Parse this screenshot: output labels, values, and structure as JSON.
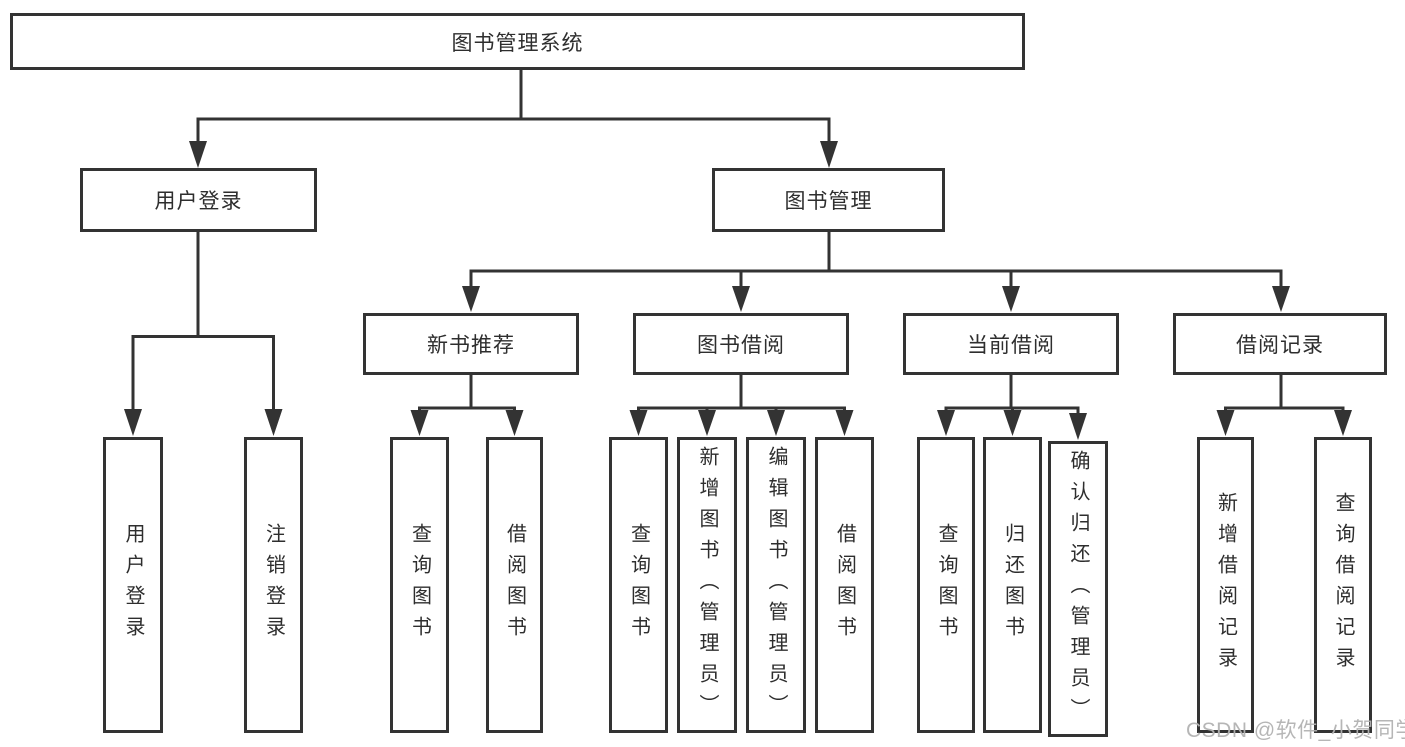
{
  "colors": {
    "line": "#333333",
    "box_background": "#ffffff",
    "text": "#2e2e2e",
    "watermark": "#b2b2b2"
  },
  "tree": {
    "label": "图书管理系统",
    "children": [
      {
        "label": "用户登录",
        "children": [
          {
            "label": "用户登录"
          },
          {
            "label": "注销登录"
          }
        ]
      },
      {
        "label": "图书管理",
        "children": [
          {
            "label": "新书推荐",
            "children": [
              {
                "label": "查询图书"
              },
              {
                "label": "借阅图书"
              }
            ]
          },
          {
            "label": "图书借阅",
            "children": [
              {
                "label": "查询图书"
              },
              {
                "label": "新增图书（管理员）"
              },
              {
                "label": "编辑图书（管理员）"
              },
              {
                "label": "借阅图书"
              }
            ]
          },
          {
            "label": "当前借阅",
            "children": [
              {
                "label": "查询图书"
              },
              {
                "label": "归还图书"
              },
              {
                "label": "确认归还（管理员）"
              }
            ]
          },
          {
            "label": "借阅记录",
            "children": [
              {
                "label": "新增借阅记录"
              },
              {
                "label": "查询借阅记录"
              }
            ]
          }
        ]
      }
    ]
  },
  "watermark": {
    "text": "CSDN @软件_小贺同学"
  }
}
